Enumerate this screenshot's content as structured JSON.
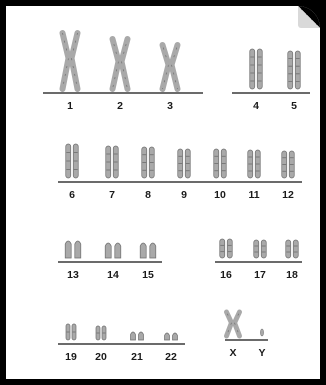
{
  "chromosome_labels": {
    "c1": "1",
    "c2": "2",
    "c3": "3",
    "c4": "4",
    "c5": "5",
    "c6": "6",
    "c7": "7",
    "c8": "8",
    "c9": "9",
    "c10": "10",
    "c11": "11",
    "c12": "12",
    "c13": "13",
    "c14": "14",
    "c15": "15",
    "c16": "16",
    "c17": "17",
    "c18": "18",
    "c19": "19",
    "c20": "20",
    "c21": "21",
    "c22": "22",
    "cX": "X",
    "cY": "Y"
  },
  "colors": {
    "chromosome_fill": "#a9a9a9",
    "chromosome_band": "#6e6e6e",
    "baseline": "#3a3a3a",
    "label": "#1a1a1a"
  }
}
